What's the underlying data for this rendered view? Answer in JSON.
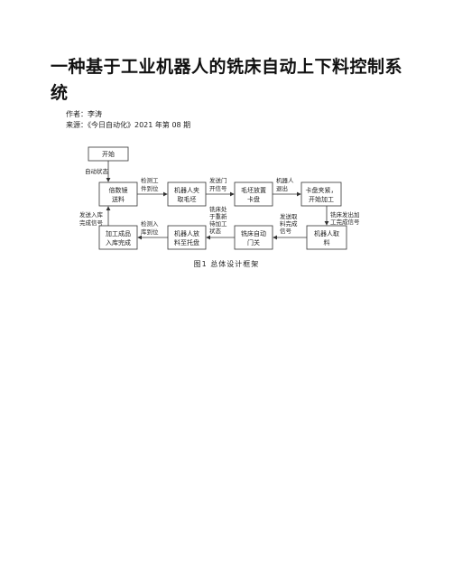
{
  "article": {
    "title": "一种基于工业机器人的铣床自动上下料控制系统",
    "author_label": "作者：",
    "author": "李涛",
    "source_label": "来源：",
    "source": "《今日自动化》2021 年第 08 期"
  },
  "figure": {
    "caption": "图1  总体设计框架",
    "boxes": {
      "start": "开始",
      "positioner": [
        "倍数镜",
        "送料"
      ],
      "robot_pick": [
        "机器人夹",
        "取毛坯"
      ],
      "blank_place": [
        "毛坯放置",
        "卡盘"
      ],
      "chuck_clamp": [
        "卡盘夹紧，",
        "开始加工"
      ],
      "finish_stock": [
        "加工成品",
        "入库完成"
      ],
      "robot_place": [
        "机器人放",
        "料至托盘"
      ],
      "door_open": [
        "铣床自动",
        "门关"
      ],
      "robot_take": [
        "机器人取",
        "料"
      ]
    },
    "labels": {
      "auto_state": "自动状态",
      "detect_work": [
        "检测工",
        "件到位"
      ],
      "send_door": [
        "发送门",
        "开信号"
      ],
      "robot_exit": [
        "机器人",
        "退出"
      ],
      "send_stock": [
        "发送入库",
        "完成信号"
      ],
      "detect_stock": [
        "检测入",
        "库到位"
      ],
      "mill_wait": [
        "铣床处",
        "于重新",
        "待加工",
        "状态"
      ],
      "send_take": [
        "发送取",
        "料完成",
        "信号"
      ],
      "mill_done": [
        "铣床发出加",
        "工完成信号"
      ]
    }
  }
}
